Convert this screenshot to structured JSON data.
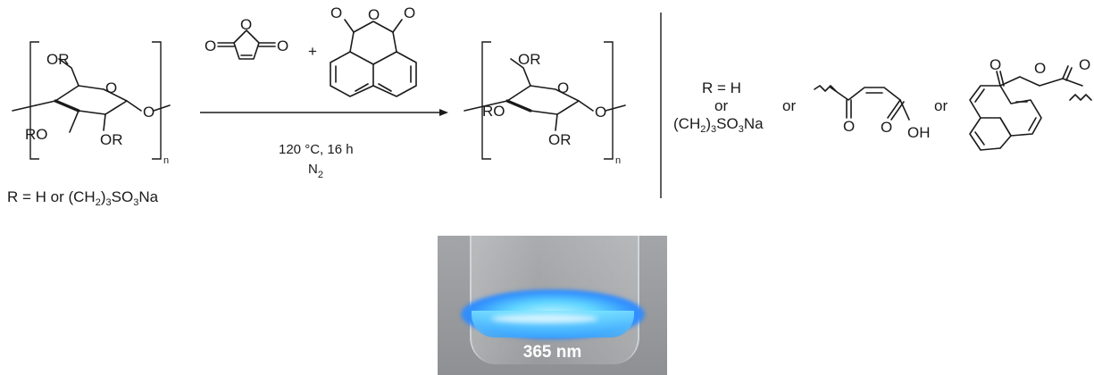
{
  "reagents": {
    "maleic_anhydride_atoms": [
      "O",
      "O",
      "O"
    ],
    "naphthalic_anhydride_atoms": [
      "O",
      "O",
      "O"
    ],
    "plus": "+"
  },
  "conditions": {
    "line1": "120 °C, 16 h",
    "line2_main": "N",
    "line2_sub": "2"
  },
  "starting_polymer": {
    "atoms": {
      "or_top": "OR",
      "ring_o": "O",
      "ro_left": "RO",
      "or_bottom": "OR",
      "link_o": "O"
    },
    "subscript_n": "n",
    "r_definition": {
      "pre": "R = H or (CH",
      "sub1": "2",
      "mid1": ")",
      "sub2": "3",
      "mid2": "SO",
      "sub3": "3",
      "post": "Na"
    }
  },
  "product_polymer": {
    "atoms": {
      "or_top": "OR",
      "ring_o": "O",
      "ro_left": "RO",
      "or_bottom": "OR",
      "link_o": "O"
    },
    "subscript_n": "n"
  },
  "r_options": {
    "line1": "R = H",
    "line2": "or",
    "line3_pre": "(CH",
    "line3_sub1": "2",
    "line3_mid": ")",
    "line3_sub2": "3",
    "line3_mid2": "SO",
    "line3_sub3": "3",
    "line3_post": "Na",
    "or_1": "or",
    "or_2": "or",
    "maleate_atoms": {
      "ketone_o": "O",
      "acid_o": "O",
      "acid_oh": "OH"
    },
    "naphthoyl_atoms": {
      "o1": "O",
      "o2": "O",
      "o3": "O"
    }
  },
  "photo": {
    "label": "365 nm"
  }
}
